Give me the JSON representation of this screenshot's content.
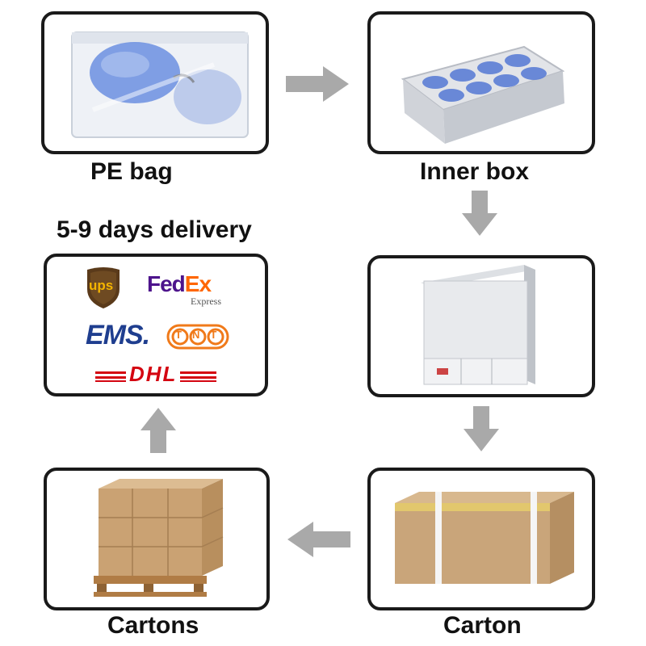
{
  "steps": [
    {
      "label": "PE bag"
    },
    {
      "label": "Inner box"
    },
    {
      "label": "Carton"
    },
    {
      "label": "Cartons"
    }
  ],
  "delivery": {
    "heading": "5-9 days delivery",
    "carriers": {
      "ups": "ups",
      "fedex_fed": "Fed",
      "fedex_ex": "Ex",
      "fedex_sub": "Express",
      "ems": "EMS.",
      "tnt": "TNT",
      "dhl": "DHL"
    }
  },
  "colors": {
    "border": "#1a1a1a",
    "arrow": "#a9a9a9",
    "lens_blue": "#6b8fe0",
    "cardboard": "#c9a57a",
    "fedex_purple": "#4d148c",
    "fedex_orange": "#ff6600",
    "ems_blue": "#1f3e8f",
    "tnt_orange": "#f07a1a",
    "dhl_red": "#d40511",
    "ups_brown": "#5a3a1a"
  }
}
